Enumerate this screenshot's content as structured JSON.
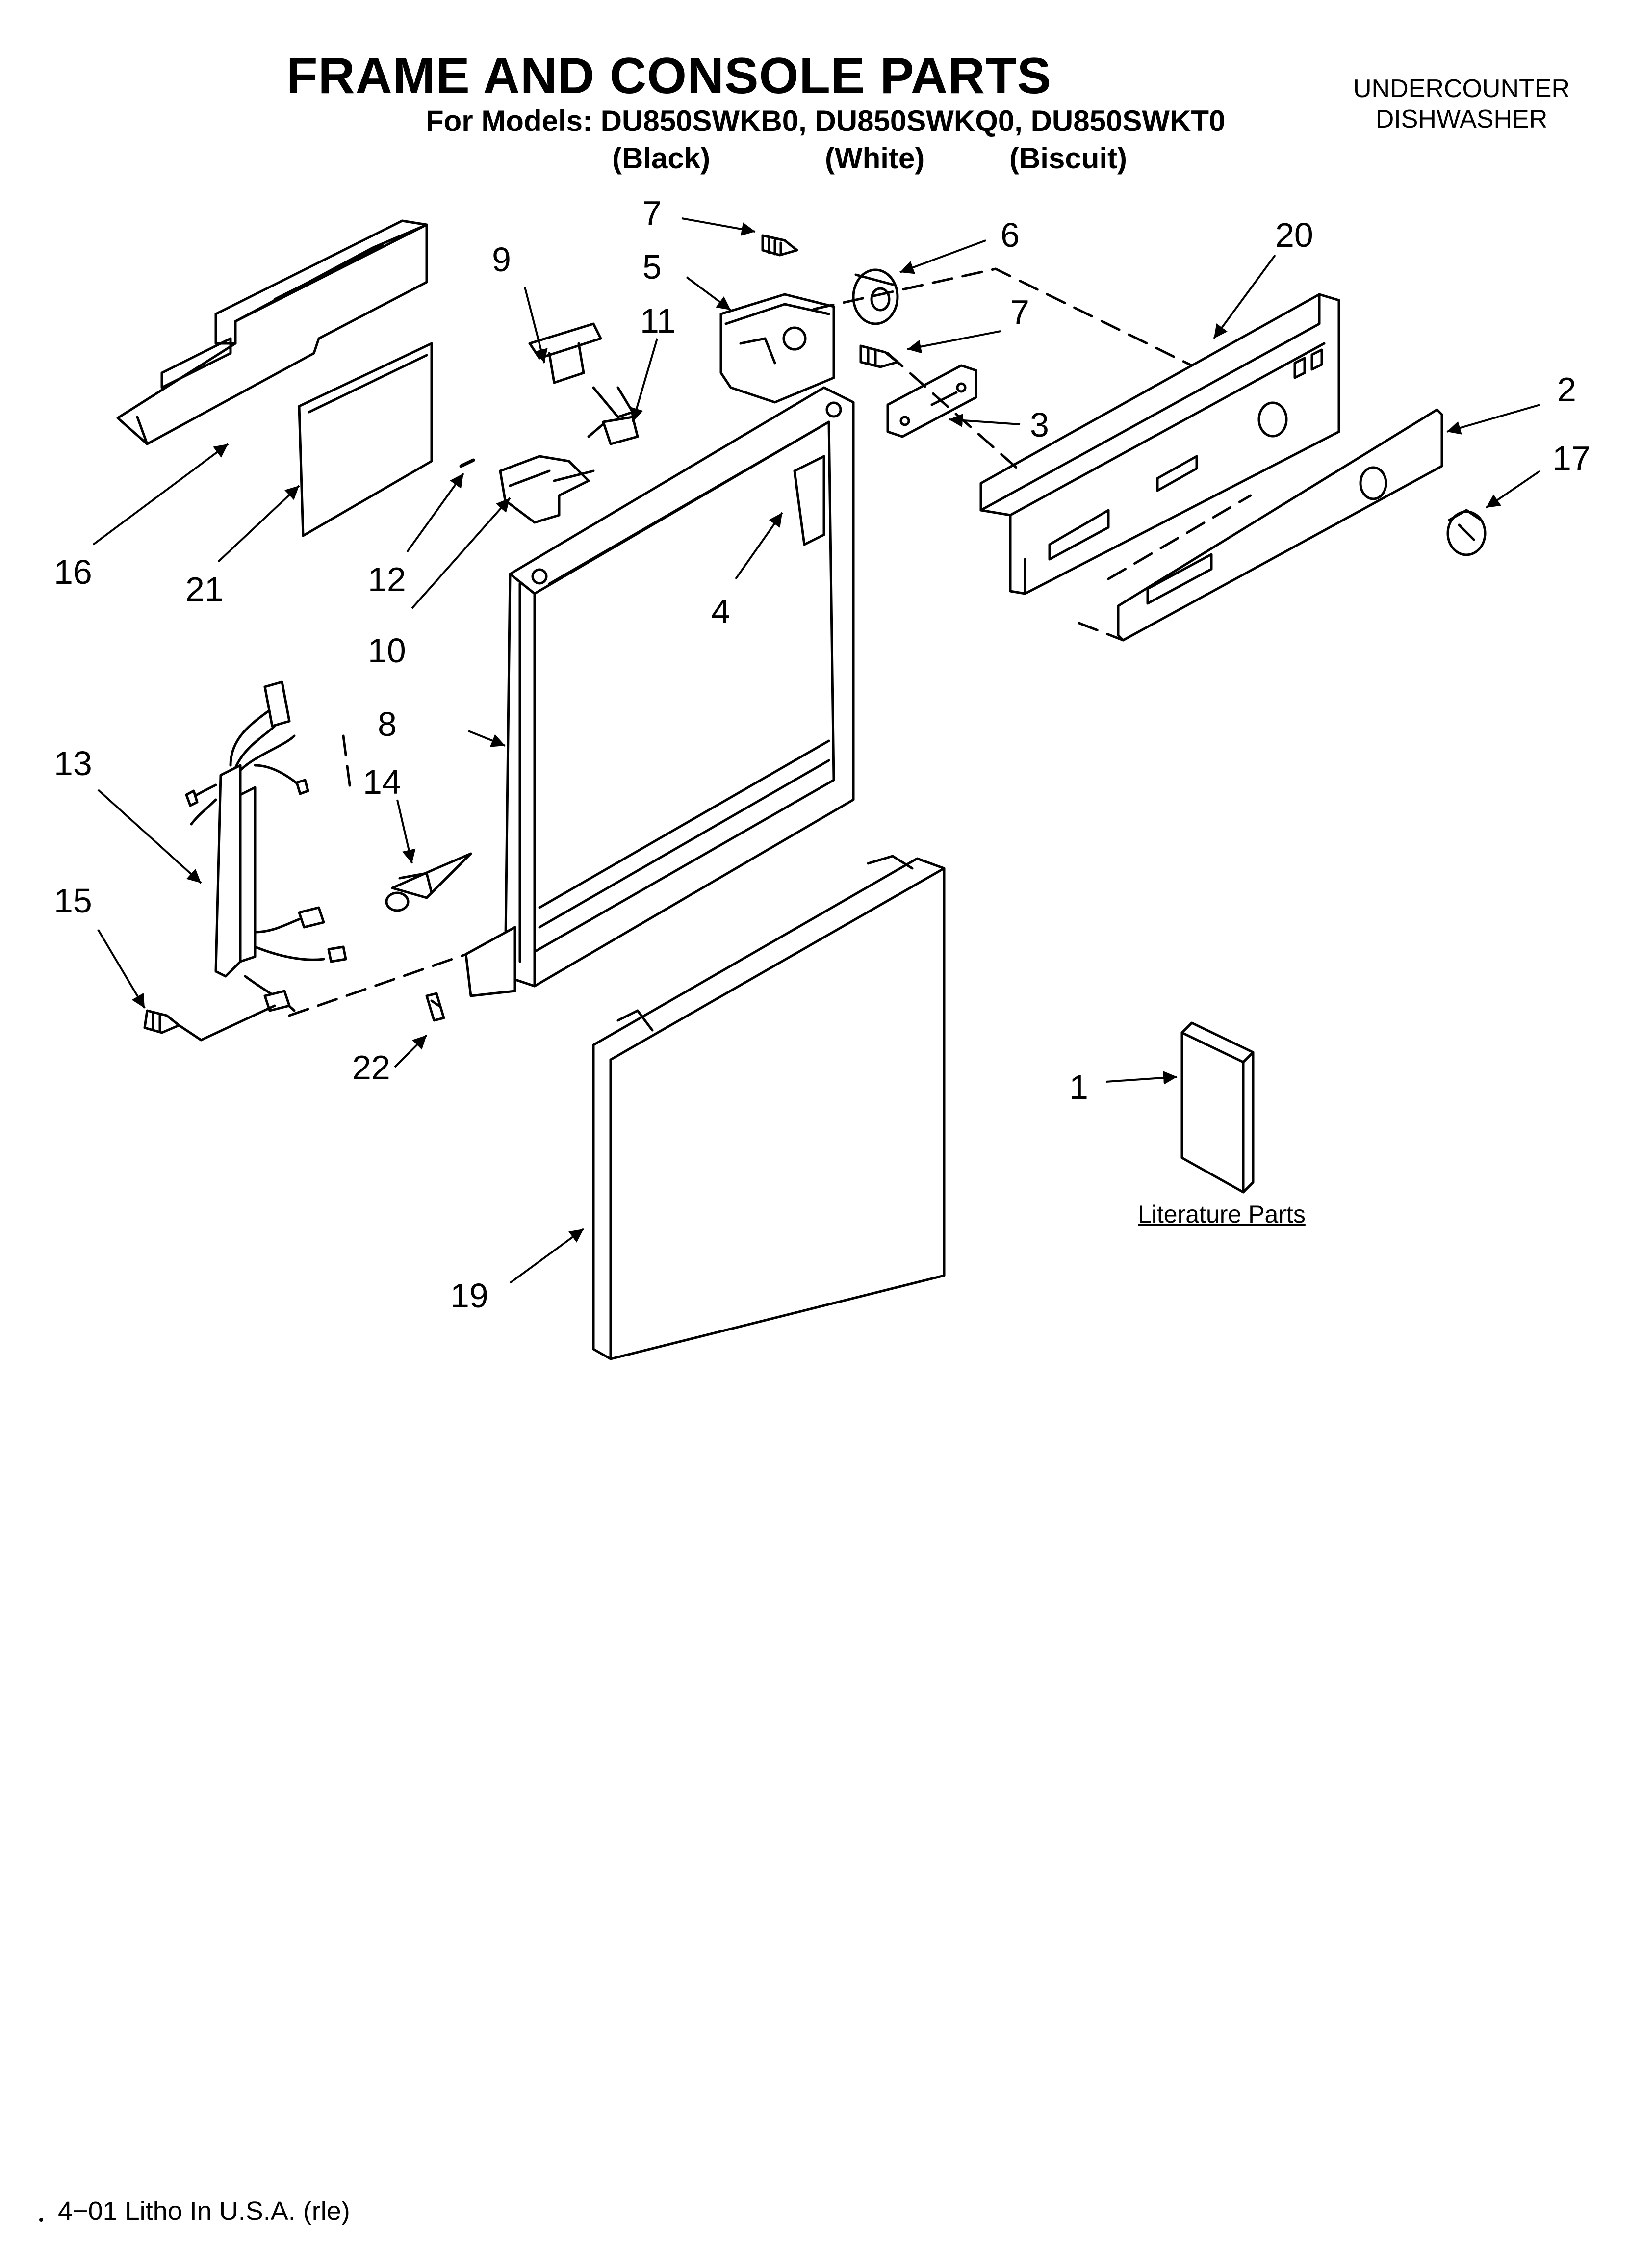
{
  "header": {
    "title": "FRAME AND CONSOLE PARTS",
    "models": "For Models: DU850SWKB0, DU850SWKQ0, DU850SWKT0",
    "colors": [
      "(Black)",
      "(White)",
      "(Biscuit)"
    ],
    "appliance_line1": "UNDERCOUNTER",
    "appliance_line2": "DISHWASHER"
  },
  "callouts": [
    "7",
    "6",
    "20",
    "5",
    "9",
    "11",
    "7",
    "2",
    "3",
    "17",
    "16",
    "21",
    "12",
    "4",
    "10",
    "8",
    "13",
    "14",
    "15",
    "22",
    "1",
    "19"
  ],
  "literature_label": "Literature Parts",
  "footer": "4−01 Litho In U.S.A. (rle)"
}
